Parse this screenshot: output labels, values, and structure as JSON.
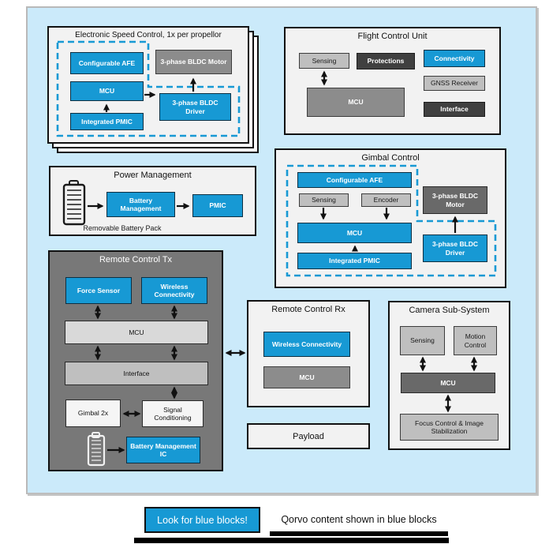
{
  "colors": {
    "qorvo_blue": "#1799d4",
    "panel_bg": "#cbeafa"
  },
  "esc": {
    "title": "Electronic Speed Control, 1x per propellor",
    "afe": "Configurable AFE",
    "mcu": "MCU",
    "pmic": "Integrated PMIC",
    "motor": "3-phase BLDC Motor",
    "driver": "3-phase BLDC Driver"
  },
  "fcu": {
    "title": "Flight Control Unit",
    "sensing": "Sensing",
    "protections": "Protections",
    "connectivity": "Connectivity",
    "mcu": "MCU",
    "gnss": "GNSS Receiver",
    "interface": "Interface"
  },
  "power": {
    "title": "Power Management",
    "battery_management": "Battery Management",
    "pmic": "PMIC",
    "caption": "Removable Battery Pack",
    "battery_icon": "battery-icon"
  },
  "gimbal": {
    "title": "Gimbal Control",
    "afe": "Configurable AFE",
    "sensing": "Sensing",
    "encoder": "Encoder",
    "mcu": "MCU",
    "pmic": "Integrated PMIC",
    "motor": "3-phase BLDC Motor",
    "driver": "3-phase BLDC Driver"
  },
  "tx": {
    "title": "Remote Control Tx",
    "force_sensor": "Force Sensor",
    "wireless": "Wireless Connectivity",
    "mcu": "MCU",
    "interface": "Interface",
    "gimbal_2x": "Gimbal 2x",
    "signal_conditioning": "Signal Conditioning",
    "battery_management_ic": "Battery Management IC",
    "battery_icon": "battery-icon"
  },
  "rx": {
    "title": "Remote Control Rx",
    "wireless": "Wireless Connectivity",
    "mcu": "MCU"
  },
  "payload": {
    "title": "Payload"
  },
  "camera": {
    "title": "Camera Sub-System",
    "sensing": "Sensing",
    "motion_control": "Motion Control",
    "mcu": "MCU",
    "focus": "Focus Control & Image Stabilization"
  },
  "legend": {
    "button": "Look for blue blocks!",
    "note": "Qorvo content shown in blue blocks"
  }
}
